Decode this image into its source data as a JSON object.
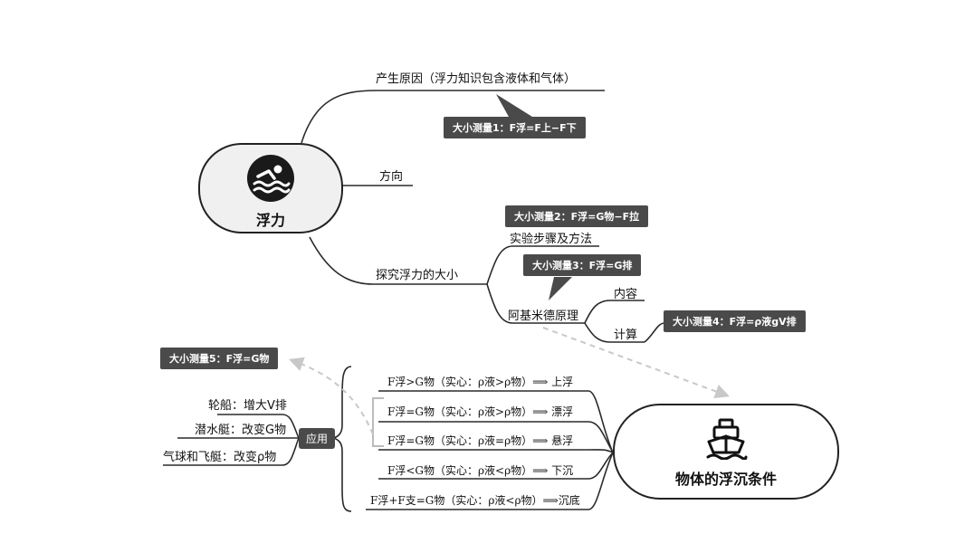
{
  "root": {
    "title": "浮力",
    "icon": "swimmer-icon"
  },
  "branches": {
    "cause": "产生原因（浮力知识包含液体和气体）",
    "direction": "方向",
    "explore": "探究浮力的大小",
    "steps": "实验步骤及方法",
    "archimedes": "阿基米德原理",
    "content": "内容",
    "calc": "计算"
  },
  "measures": [
    "大小测量1：F浮=F上−F下",
    "大小测量2：F浮=G物−F拉",
    "大小测量3：F浮=G排",
    "大小测量4：F浮=ρ液gV排",
    "大小测量5：F浮=G物"
  ],
  "conditions_node": {
    "title": "物体的浮沉条件",
    "icon": "ship-icon"
  },
  "conditions": [
    "F浮>G物（实心：ρ液>ρ物）⟹ 上浮",
    "F浮=G物（实心：ρ液>ρ物）⟹ 漂浮",
    "F浮=G物（实心：ρ液=ρ物）⟹ 悬浮",
    "F浮<G物（实心：ρ液<ρ物）⟹ 下沉",
    "F浮+F支=G物（实心：ρ液<ρ物）⟹沉底"
  ],
  "application": {
    "label": "应用",
    "items": [
      "轮船：增大V排",
      "潜水艇：改变G物",
      "气球和飞艇：改变ρ物"
    ]
  }
}
